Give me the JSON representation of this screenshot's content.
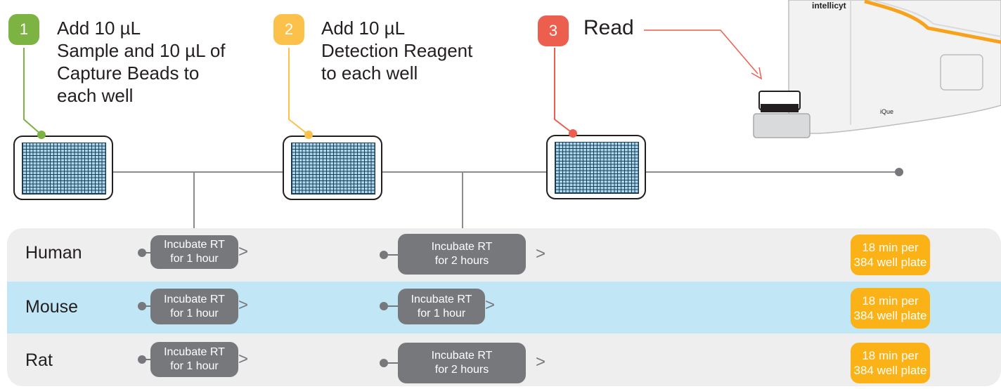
{
  "steps": [
    {
      "number": "1",
      "lines": [
        "Add 10 µL",
        "Sample and 10 µL of",
        "Capture Beads to",
        "each well"
      ],
      "color": "#7cb342"
    },
    {
      "number": "2",
      "lines": [
        "Add 10 µL",
        "Detection Reagent",
        "to each well"
      ],
      "color": "#fbc14a"
    },
    {
      "number": "3",
      "lines": [
        "Read"
      ],
      "color": "#ec5f4f"
    }
  ],
  "instrument": {
    "brand": "intellicyt",
    "model": "iQue"
  },
  "rows": [
    {
      "label": "Human",
      "incubation1": [
        "Incubate RT",
        "for 1 hour"
      ],
      "incubation2": [
        "Incubate RT",
        "for 2 hours"
      ],
      "time": [
        "18 min  per",
        "384 well plate"
      ]
    },
    {
      "label": "Mouse",
      "incubation1": [
        "Incubate RT",
        "for 1 hour"
      ],
      "incubation2": [
        "Incubate RT",
        "for 1 hour"
      ],
      "time": [
        "18 min  per",
        "384 well plate"
      ]
    },
    {
      "label": "Rat",
      "incubation1": [
        "Incubate RT",
        "for 1 hour"
      ],
      "incubation2": [
        "Incubate RT",
        "for 2 hours"
      ],
      "time": [
        "18 min  per",
        "384 well plate"
      ]
    }
  ],
  "colors": {
    "row_highlight": "#c1e6f6",
    "incubation_box": "#77787b",
    "time_box": "#fbb216",
    "connector": "#8c8c8c"
  }
}
